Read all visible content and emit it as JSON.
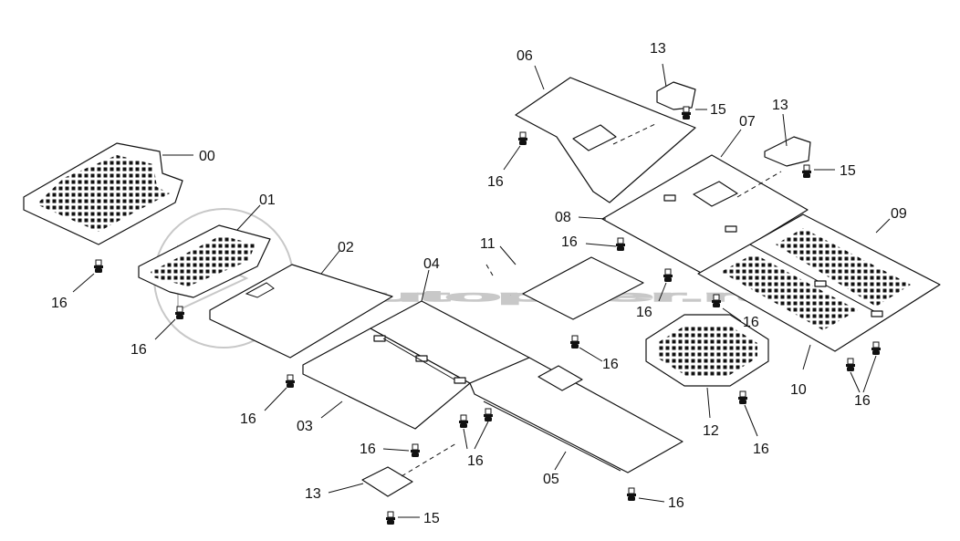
{
  "watermark": {
    "text": "autopiter.ru"
  },
  "colors": {
    "line": "#111111",
    "paper": "#ffffff",
    "watermark": "#c8c8c8"
  },
  "labels": {
    "p00": "00",
    "p01": "01",
    "p02": "02",
    "p03": "03",
    "p04": "04",
    "p05": "05",
    "p06": "06",
    "p07": "07",
    "p08": "08",
    "p09": "09",
    "p10": "10",
    "p11": "11",
    "p12": "12",
    "p13a": "13",
    "p13b": "13",
    "p13c": "13",
    "p15a": "15",
    "p15b": "15",
    "p15c": "15",
    "p16a": "16",
    "p16b": "16",
    "p16c": "16",
    "p16d": "16",
    "p16e": "16",
    "p16f": "16",
    "p16g": "16",
    "p16h": "16",
    "p16i": "16",
    "p16j": "16",
    "p16k": "16",
    "p16l": "16",
    "p16m": "16"
  }
}
